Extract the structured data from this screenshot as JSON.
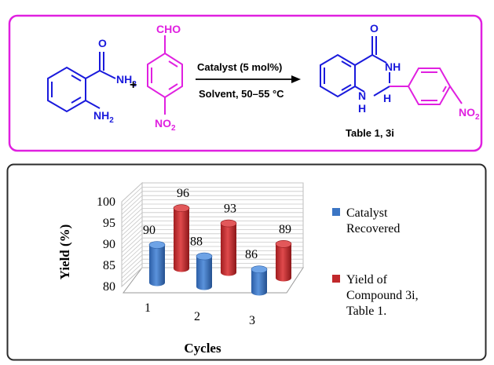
{
  "scheme": {
    "border_color": "#e020e0",
    "reactant_1": {
      "carbonyl_o": "O",
      "amide_nh2": "NH",
      "amide_nh2_sub": "2",
      "amine_nh2": "NH",
      "amine_nh2_sub": "2"
    },
    "plus": "+",
    "reactant_2": {
      "aldehyde": "CHO",
      "nitro": "NO",
      "nitro_sub": "2"
    },
    "arrow_top": "Catalyst (5 mol%)",
    "arrow_bottom": "Solvent, 50–55 °C",
    "product": {
      "carbonyl_o": "O",
      "nh_top": "NH",
      "nh_bottom_n": "N",
      "nh_bottom_h": "H",
      "h1": "H",
      "nitro": "NO",
      "nitro_sub": "2"
    },
    "product_label": "Table 1, 3i",
    "colors": {
      "blue": "#1a1adc",
      "magenta": "#e020e0",
      "black": "#000000"
    }
  },
  "chart_data": {
    "type": "bar",
    "style": "3d-cylinder",
    "categories": [
      "1",
      "2",
      "3"
    ],
    "xlabel": "Cycles",
    "ylabel": "Yield (%)",
    "ylim": [
      80,
      100
    ],
    "yticks": [
      80,
      85,
      90,
      95,
      100
    ],
    "grid": true,
    "legend_position": "right",
    "series": [
      {
        "name": "Catalyst Recovered",
        "values": [
          90,
          88,
          86
        ],
        "color": "#3b75c4"
      },
      {
        "name": "Yield of Compound 3i, Table 1.",
        "values": [
          96,
          93,
          89
        ],
        "color": "#c1282b"
      }
    ],
    "legend": [
      {
        "lines": [
          "Catalyst",
          "Recovered"
        ],
        "color": "#3b75c4"
      },
      {
        "lines": [
          "Yield of",
          "Compound 3i,",
          "Table 1."
        ],
        "color": "#c1282b"
      }
    ]
  }
}
